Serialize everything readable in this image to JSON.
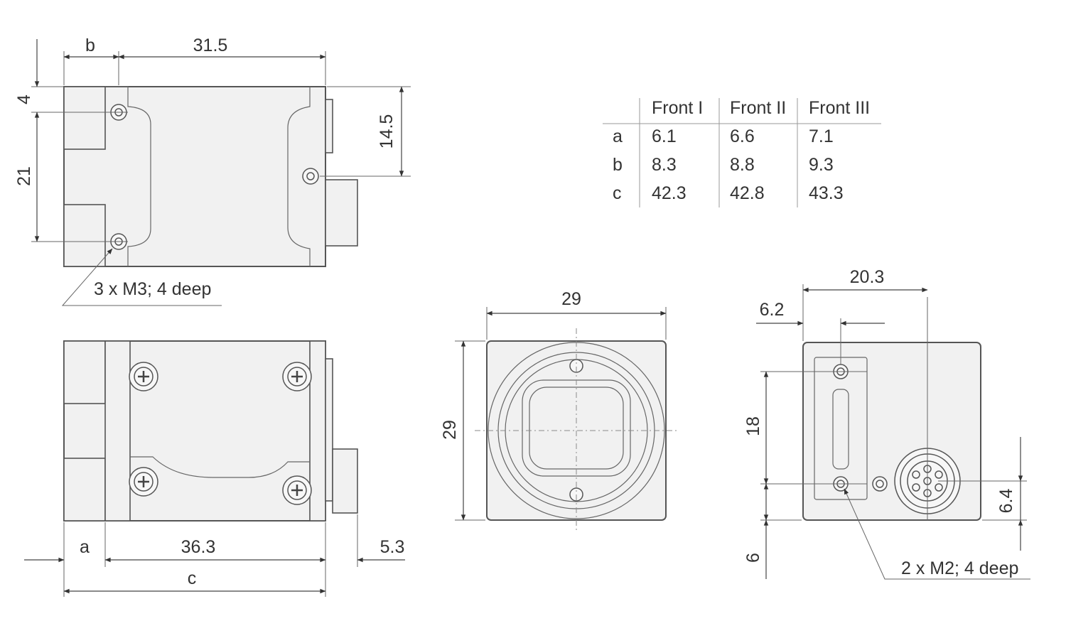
{
  "top_view": {
    "dims": {
      "b": "b",
      "length": "31.5",
      "left_top": "4",
      "left_height": "21",
      "right_height": "14.5"
    },
    "note": "3 x M3; 4 deep"
  },
  "side_view": {
    "dims": {
      "a": "a",
      "length": "36.3",
      "connector": "5.3",
      "total": "c"
    }
  },
  "front_view": {
    "dims": {
      "width": "29",
      "height": "29"
    }
  },
  "back_view": {
    "dims": {
      "width": "20.3",
      "offset": "6.2",
      "height": "18",
      "bottom": "6",
      "connector": "6.4"
    },
    "note": "2 x M2; 4 deep"
  },
  "table": {
    "headers": [
      "",
      "Front I",
      "Front II",
      "Front III"
    ],
    "rows": [
      {
        "label": "a",
        "values": [
          "6.1",
          "6.6",
          "7.1"
        ]
      },
      {
        "label": "b",
        "values": [
          "8.3",
          "8.8",
          "9.3"
        ]
      },
      {
        "label": "c",
        "values": [
          "42.3",
          "42.8",
          "43.3"
        ]
      }
    ]
  }
}
